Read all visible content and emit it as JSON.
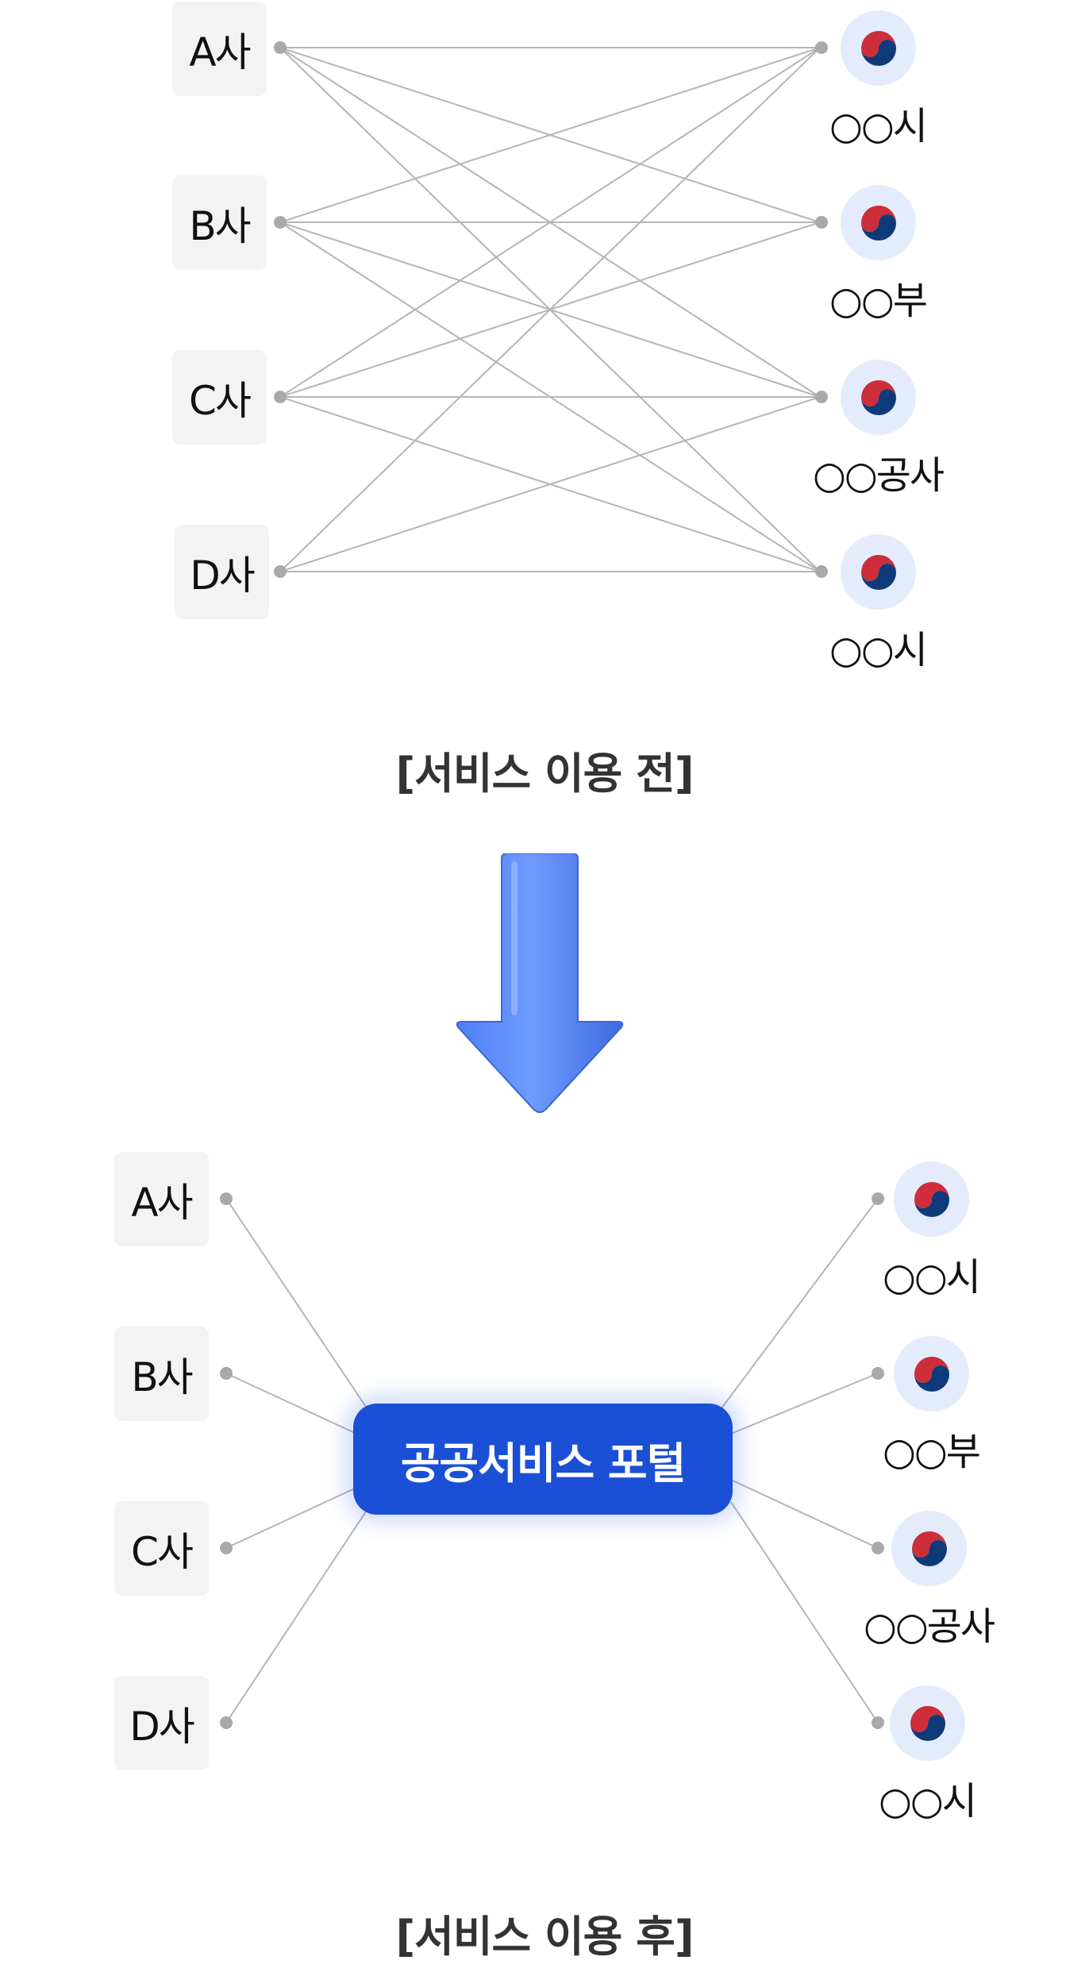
{
  "before": {
    "companies": [
      "A사",
      "B사",
      "C사",
      "D사"
    ],
    "agencies": [
      "○○시",
      "○○부",
      "○○공사",
      "○○시"
    ],
    "caption": "[서비스 이용 전]"
  },
  "after": {
    "companies": [
      "A사",
      "B사",
      "C사",
      "D사"
    ],
    "agencies": [
      "○○시",
      "○○부",
      "○○공사",
      "○○시"
    ],
    "portal_label": "공공서비스 포털",
    "caption": "[서비스 이용 후]"
  },
  "colors": {
    "connector_line": "#b5b5b5",
    "connector_dot": "#a9a9a9",
    "company_box": "#f3f3f3",
    "portal": "#1b4fd6",
    "arrow": "#5b8cff",
    "emblem_bg": "#e4ecfb",
    "emblem_red": "#cd2e3a",
    "emblem_blue": "#0f3a7a"
  },
  "icons": {
    "agency_emblem": "taegeuk-emblem-icon",
    "transition": "down-arrow-icon"
  }
}
